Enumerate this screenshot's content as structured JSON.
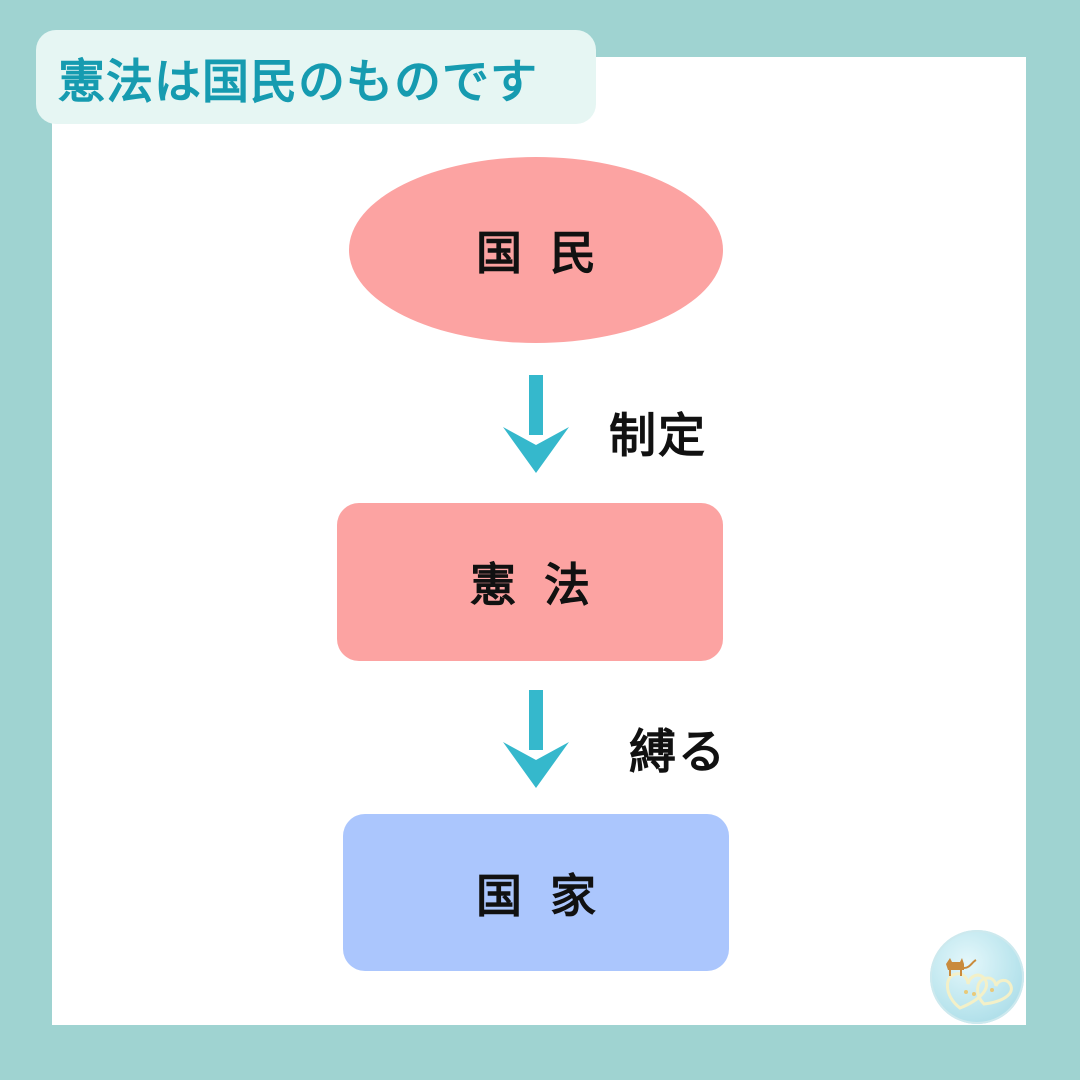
{
  "title": "憲法は国民のものです",
  "nodes": {
    "citizens": "国民",
    "constitution": "憲法",
    "state": "国家"
  },
  "edges": {
    "enact": "制定",
    "bind": "縛る"
  },
  "colors": {
    "frame": "#9fd3d1",
    "title_bg": "#e6f6f3",
    "title_text": "#169bb0",
    "citizens_fill": "#fca3a2",
    "constitution_fill": "#fca3a2",
    "state_fill": "#abc6fd",
    "arrow": "#35b8cc"
  }
}
